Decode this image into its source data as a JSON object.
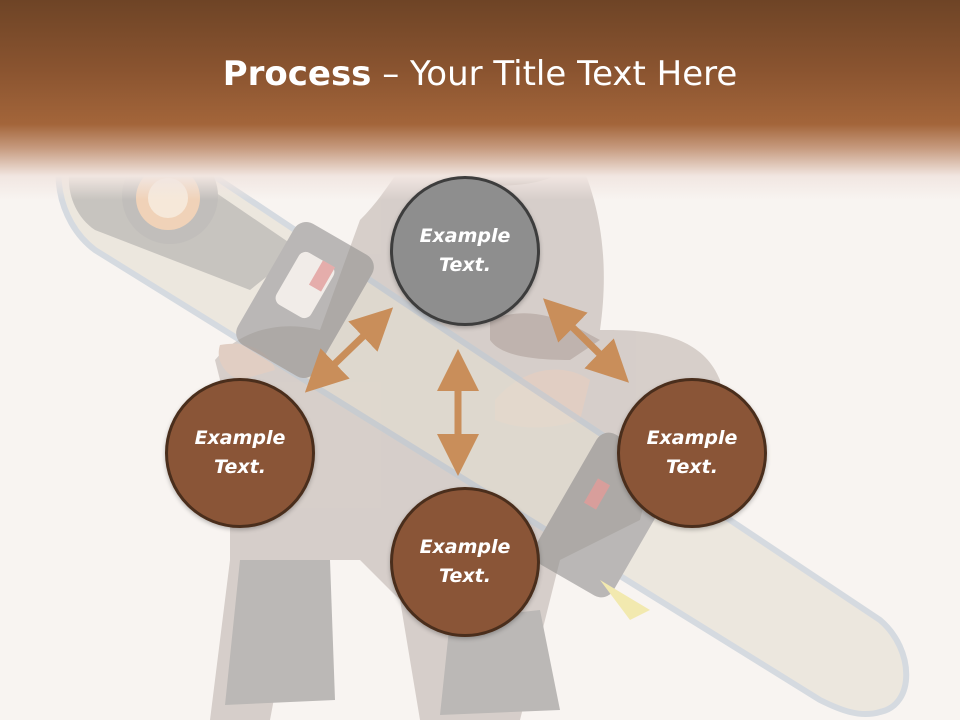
{
  "slide": {
    "title_bold": "Process",
    "title_rest": " – Your Title Text Here"
  },
  "nodes": [
    {
      "label": "Example\nText.",
      "color": "#8e8e8e"
    },
    {
      "label": "Example\nText.",
      "color": "#8a5537"
    },
    {
      "label": "Example\nText.",
      "color": "#8a5537"
    },
    {
      "label": "Example\nText.",
      "color": "#8a5537"
    }
  ],
  "colors": {
    "header": "#8a5430",
    "arrow": "#c98e5a",
    "background": "#f8f4f2"
  }
}
